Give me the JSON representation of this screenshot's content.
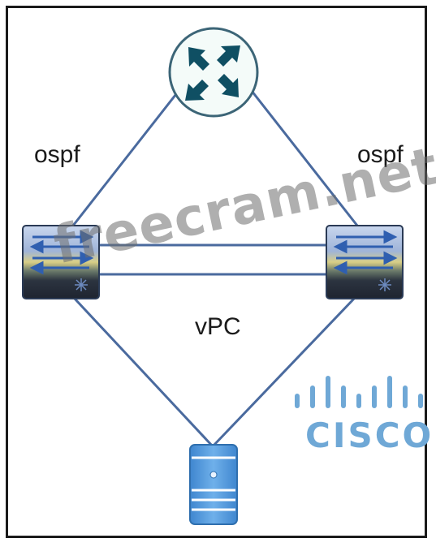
{
  "labels": {
    "left_protocol": "ospf",
    "right_protocol": "ospf",
    "link_label": "vPC"
  },
  "watermark": {
    "text": "freecram.net"
  },
  "logo": {
    "text": "CISCO"
  },
  "colors": {
    "link": "#4a6a9e",
    "router_stroke": "#3c6577",
    "router_fill": "#f4fbf9",
    "router_arrow": "#0f4f63",
    "cisco_blue": "#6fa8d6",
    "server_blue": "#4d92d6"
  },
  "icons": [
    "router-icon",
    "switch-icon",
    "switch-icon",
    "server-icon",
    "cisco-logo"
  ]
}
